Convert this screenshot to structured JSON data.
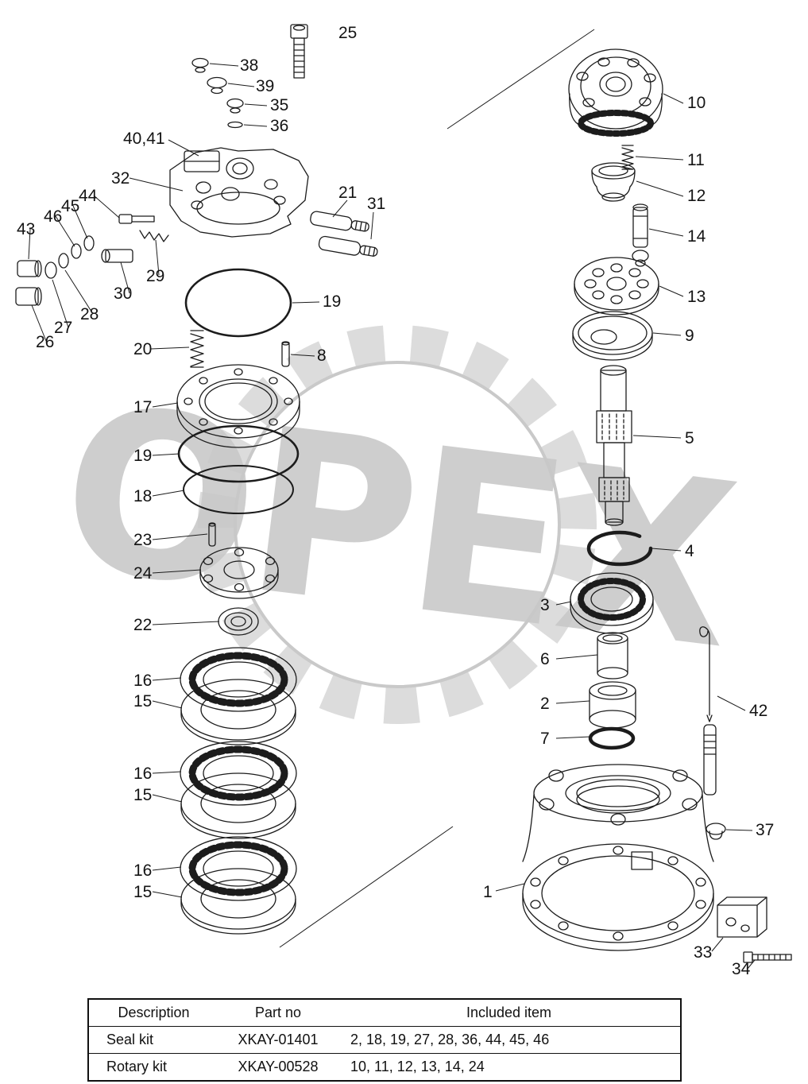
{
  "watermark": {
    "text": "OPEX",
    "color": "#c8c8c8"
  },
  "diagram": {
    "background": "#ffffff",
    "line_color": "#1c1c1c"
  },
  "callouts": [
    {
      "ref": "25"
    },
    {
      "ref": "38"
    },
    {
      "ref": "39"
    },
    {
      "ref": "35"
    },
    {
      "ref": "36"
    },
    {
      "ref": "40,41"
    },
    {
      "ref": "32"
    },
    {
      "ref": "21"
    },
    {
      "ref": "31"
    },
    {
      "ref": "44"
    },
    {
      "ref": "45"
    },
    {
      "ref": "46"
    },
    {
      "ref": "43"
    },
    {
      "ref": "29"
    },
    {
      "ref": "30"
    },
    {
      "ref": "28"
    },
    {
      "ref": "27"
    },
    {
      "ref": "26"
    },
    {
      "ref": "19"
    },
    {
      "ref": "20"
    },
    {
      "ref": "8"
    },
    {
      "ref": "17"
    },
    {
      "ref": "19"
    },
    {
      "ref": "18"
    },
    {
      "ref": "23"
    },
    {
      "ref": "24"
    },
    {
      "ref": "22"
    },
    {
      "ref": "16"
    },
    {
      "ref": "15"
    },
    {
      "ref": "16"
    },
    {
      "ref": "15"
    },
    {
      "ref": "16"
    },
    {
      "ref": "15"
    },
    {
      "ref": "10"
    },
    {
      "ref": "11"
    },
    {
      "ref": "12"
    },
    {
      "ref": "14"
    },
    {
      "ref": "13"
    },
    {
      "ref": "9"
    },
    {
      "ref": "5"
    },
    {
      "ref": "4"
    },
    {
      "ref": "3"
    },
    {
      "ref": "6"
    },
    {
      "ref": "2"
    },
    {
      "ref": "7"
    },
    {
      "ref": "42"
    },
    {
      "ref": "37"
    },
    {
      "ref": "1"
    },
    {
      "ref": "33"
    },
    {
      "ref": "34"
    }
  ],
  "table": {
    "headers": [
      "Description",
      "Part no",
      "Included item"
    ],
    "rows": [
      {
        "description": "Seal kit",
        "part_no": "XKAY-01401",
        "included": "2, 18, 19, 27, 28, 36, 44, 45, 46"
      },
      {
        "description": "Rotary kit",
        "part_no": "XKAY-00528",
        "included": "10, 11, 12, 13, 14, 24"
      }
    ]
  }
}
